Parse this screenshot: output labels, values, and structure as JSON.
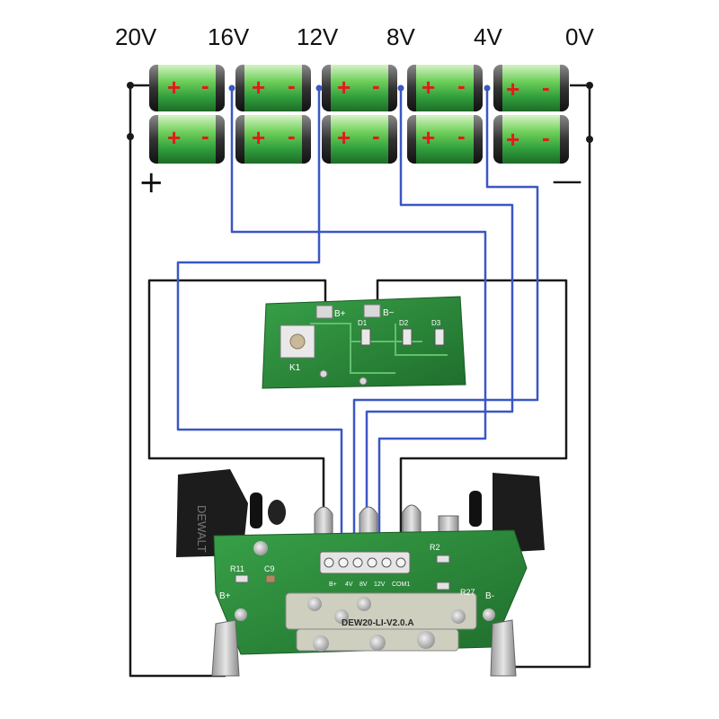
{
  "voltage_labels": [
    "20V",
    "16V",
    "12V",
    "8V",
    "4V",
    "0V"
  ],
  "cells": {
    "plus_sign": "+",
    "minus_sign": "-"
  },
  "pack_terminals": {
    "positive": "+",
    "negative": "—"
  },
  "balance_board": {
    "pad_b_plus": "B+",
    "pad_b_minus": "B−",
    "switch_label": "K1",
    "parts": [
      "D1",
      "D2",
      "D3"
    ]
  },
  "main_board": {
    "model_marking": "DEW20-LI-V2.0.A",
    "parts": [
      "R11",
      "C9",
      "R2",
      "R27",
      "B+",
      "B-"
    ],
    "connector_markings": [
      "B+",
      "4V",
      "8V",
      "12V",
      "COM1"
    ],
    "housing_brand": "DEWALT"
  },
  "colors": {
    "cell_green": "#3bb34a",
    "cell_plus": "#e21a1a",
    "wire_black": "#1a1a1a",
    "wire_blue": "#3a57c4",
    "pcb_green": "#2e8a3e"
  }
}
